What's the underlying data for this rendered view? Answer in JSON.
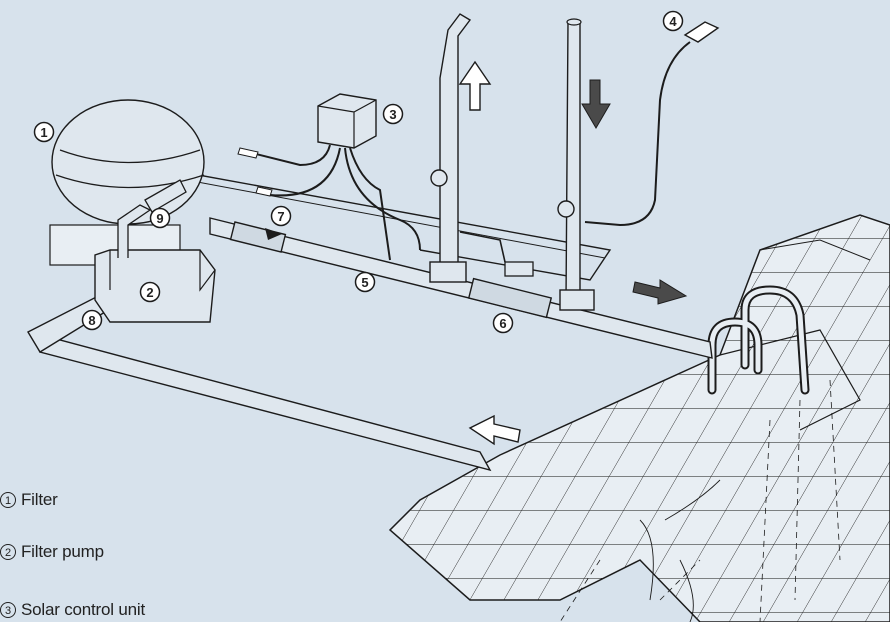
{
  "colors": {
    "background": "#d7e2ec",
    "pipe_fill": "#dfe7ee",
    "line": "#1c1c1c",
    "arrow_dark": "#4a4a4a",
    "arrow_light": "#ffffff"
  },
  "icons": {
    "arrow_up": "flow-up-arrow-icon",
    "arrow_down": "flow-down-arrow-icon",
    "arrow_right": "flow-right-arrow-icon",
    "arrow_left": "flow-left-arrow-icon"
  },
  "callouts": [
    "1",
    "2",
    "3",
    "4",
    "5",
    "6",
    "7",
    "8",
    "9"
  ],
  "legend": [
    {
      "num": "1",
      "label": "Filter"
    },
    {
      "num": "2",
      "label": "Filter pump"
    },
    {
      "num": "3",
      "label": "Solar control unit"
    }
  ]
}
